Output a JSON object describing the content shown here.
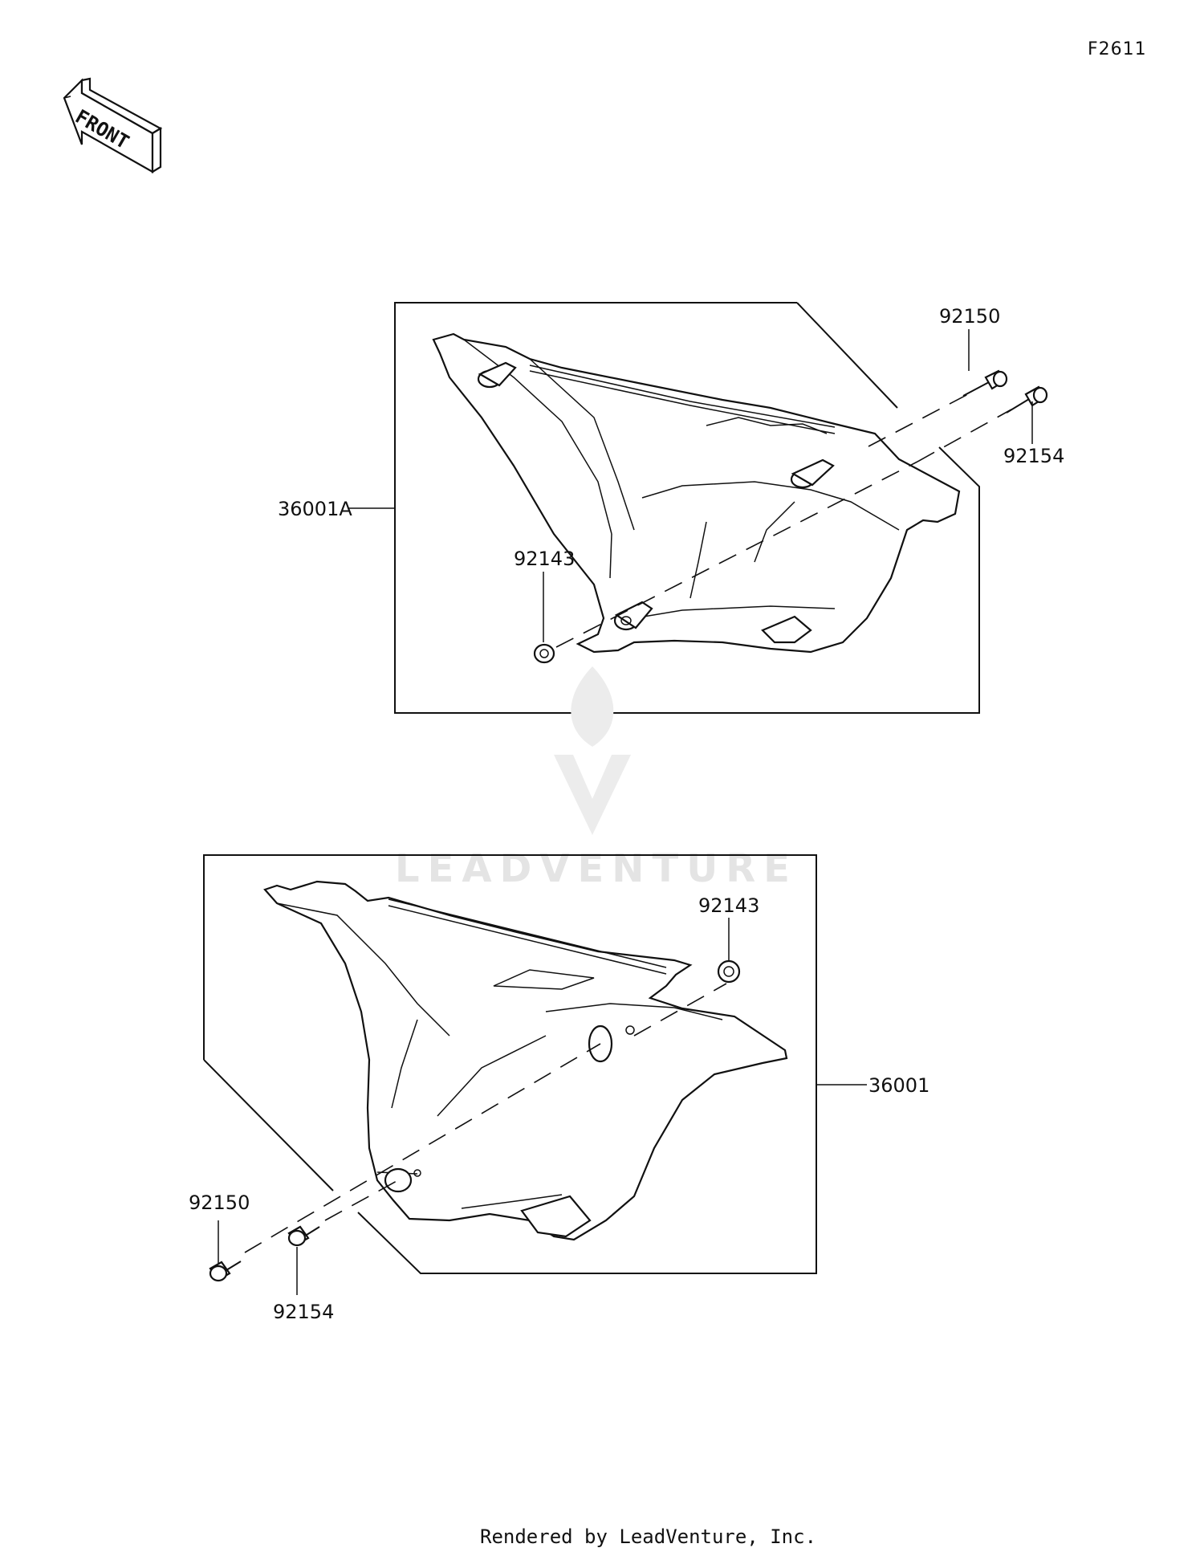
{
  "figure_id": "F2611",
  "front_label": "FRONT",
  "watermark": "LEADVENTURE",
  "footer": "Rendered by LeadVenture, Inc.",
  "callouts": {
    "upper_cover": "36001A",
    "upper_bolt_a": "92150",
    "upper_bolt_b": "92154",
    "upper_grommet": "92143",
    "lower_cover": "36001",
    "lower_grommet": "92143",
    "lower_bolt_a": "92150",
    "lower_bolt_b": "92154"
  }
}
